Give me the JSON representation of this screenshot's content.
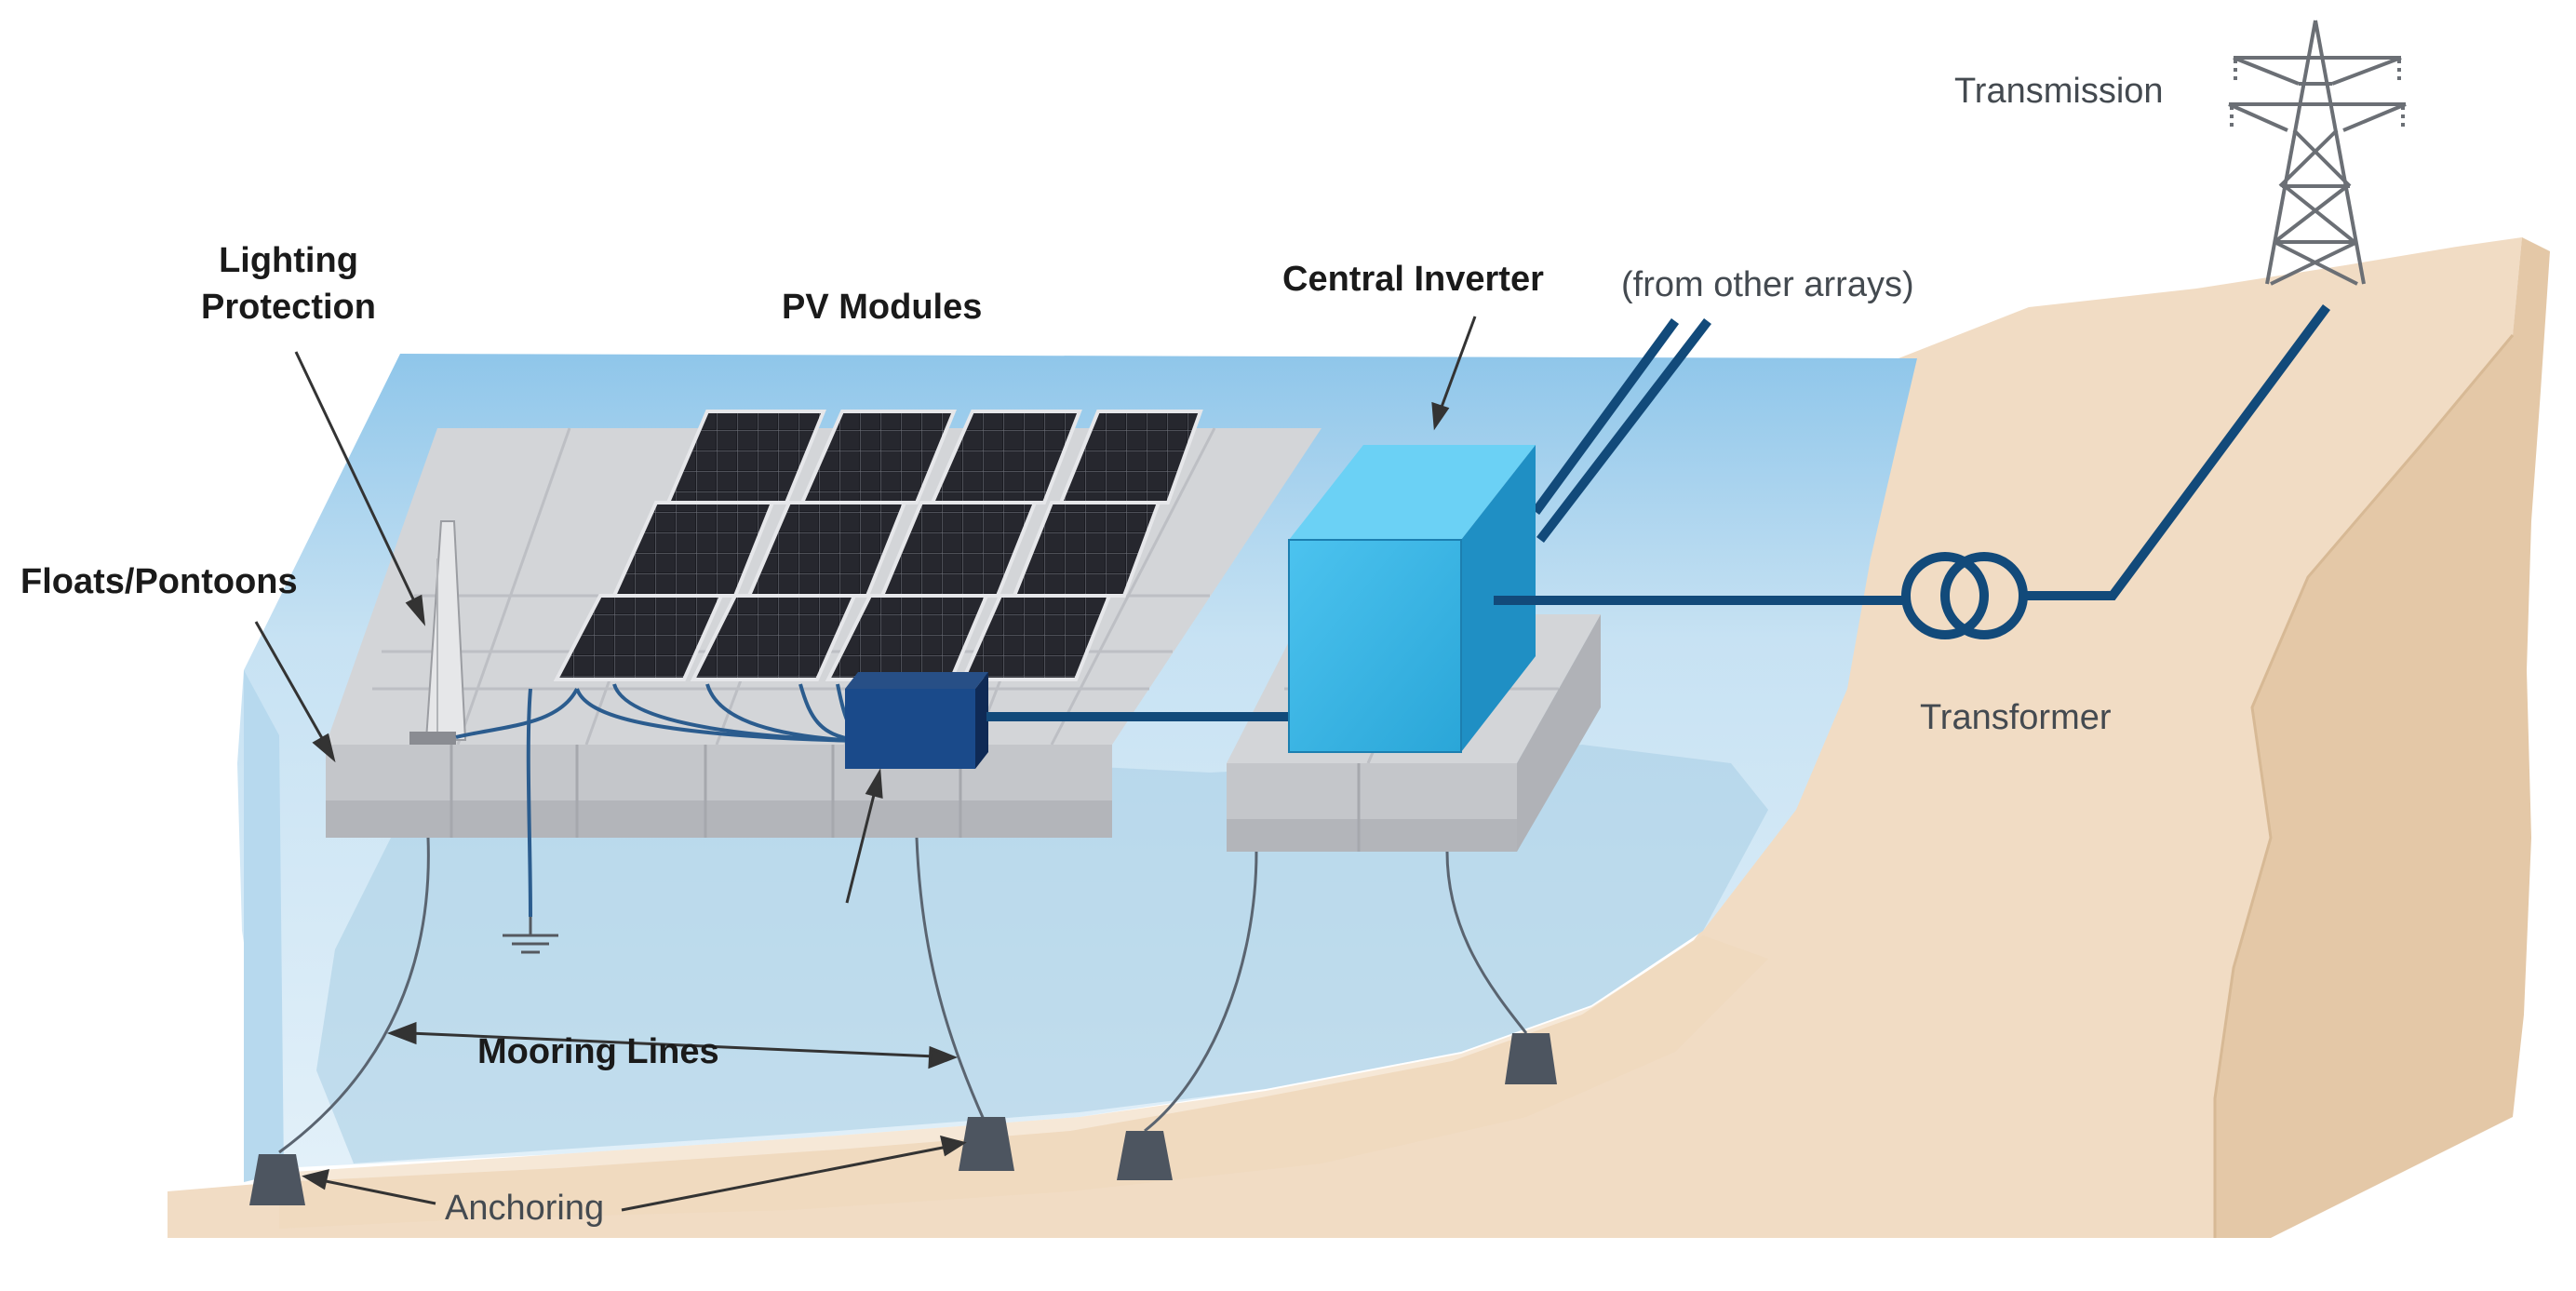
{
  "labels": {
    "lighting_protection_line1": "Lighting",
    "lighting_protection_line2": "Protection",
    "pv_modules": "PV Modules",
    "central_inverter": "Central Inverter",
    "from_other_arrays": "(from other arrays)",
    "transmission": "Transmission",
    "floats_pontoons": "Floats/Pontoons",
    "transformer": "Transformer",
    "mooring_lines": "Mooring Lines",
    "anchoring": "Anchoring"
  },
  "colors": {
    "water_light": "#d7ebf7",
    "water_mid": "#a9cfe8",
    "land": "#f1dcc4",
    "land_side": "#e8ceb0",
    "float_grey": "#c9cbcf",
    "panel_dark": "#1c1d22",
    "inverter_blue": "#41b8e6",
    "combiner_navy": "#1a4a8a",
    "cable_navy": "#124a7a",
    "anchor_grey": "#4d5560"
  },
  "icons": [
    "transmission-tower-icon",
    "transformer-icon",
    "ground-symbol-icon",
    "lightning-rod-icon"
  ]
}
